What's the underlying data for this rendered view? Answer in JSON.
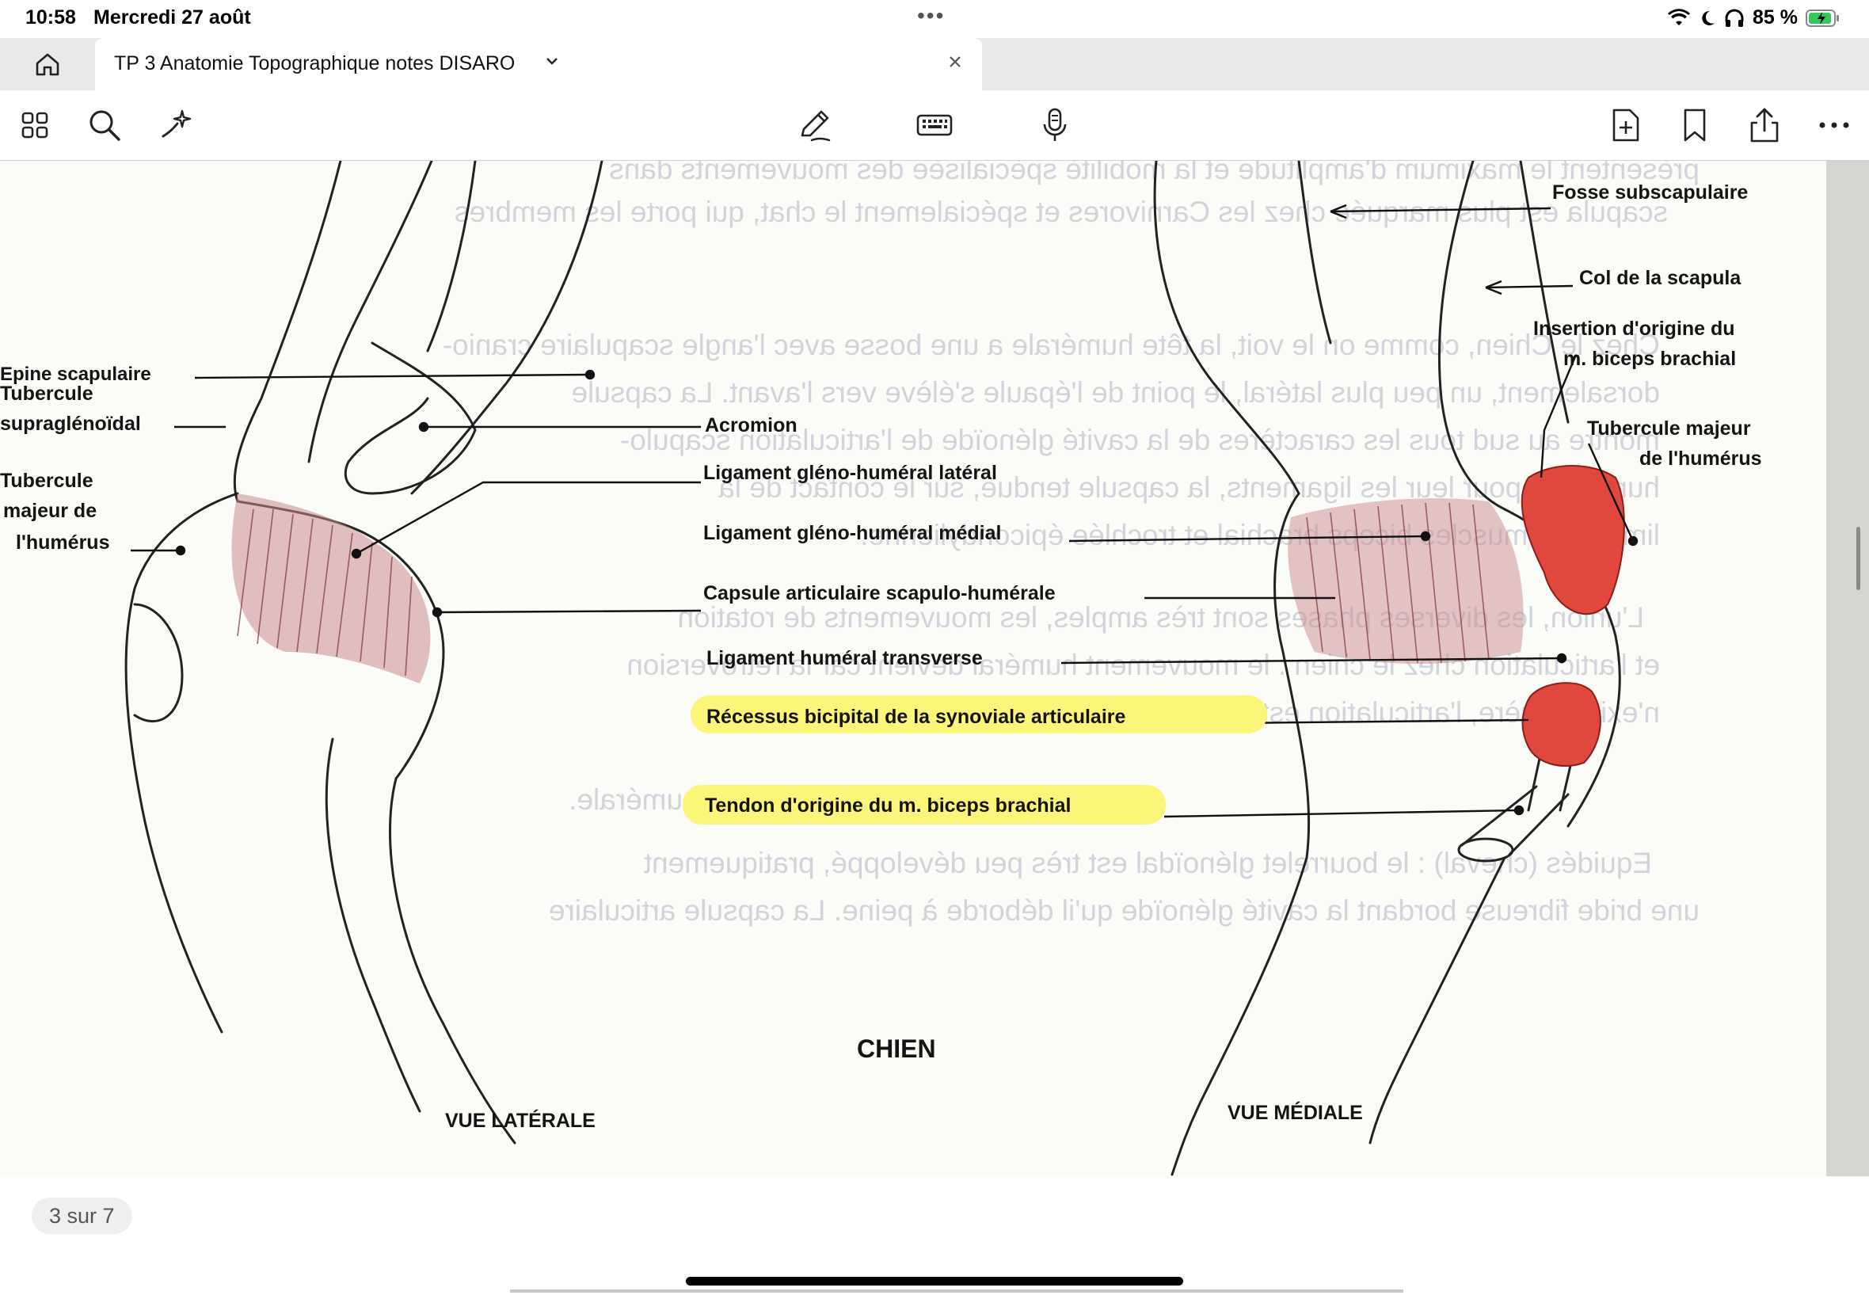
{
  "status": {
    "time": "10:58",
    "date": "Mercredi 27 août",
    "battery": "85 %"
  },
  "tab": {
    "title": "TP 3 Anatomie Topographique notes DISARO"
  },
  "icons": {
    "home": "home-icon",
    "grid": "grid-icon",
    "search": "search-icon",
    "sparkle": "sparkle-icon",
    "pen": "pen-icon",
    "keyboard": "keyboard-icon",
    "mic": "microphone-icon",
    "add_page": "add-page-icon",
    "bookmark": "bookmark-icon",
    "share": "share-icon",
    "more": "more-icon"
  },
  "labels": {
    "epine": "Epine scapulaire",
    "tub_supra_1": "Tubercule",
    "tub_supra_2": "supraglénoïdal",
    "tub_maj_l1": "Tubercule",
    "tub_maj_l2": "majeur de",
    "tub_maj_l3": "l'humérus",
    "acromion": "Acromion",
    "lig_lat": "Ligament gléno-huméral latéral",
    "lig_med": "Ligament gléno-huméral médial",
    "capsule": "Capsule articulaire scapulo-humérale",
    "lig_trans": "Ligament huméral transverse",
    "recessus": "Récessus bicipital de la synoviale articulaire",
    "tendon": "Tendon d'origine du m. biceps brachial",
    "fosse": "Fosse subscapulaire",
    "col": "Col de la scapula",
    "insertion_1": "Insertion d'origine du",
    "insertion_2": "m. biceps brachial",
    "tub_maj_r1": "Tubercule majeur",
    "tub_maj_r2": "de l'humérus",
    "chien": "CHIEN",
    "vue_laterale": "VUE LATÉRALE",
    "vue_mediale": "VUE MÉDIALE"
  },
  "ghost_text": [
    "présentent le maximum d'amplitude et la mobilité spécialisée des mouvements dans",
    "scapula est plus marquée chez les Carnivores et spécialement le chat, qui porte les membres",
    "Chez le Chien, comme on le voit, la tête humérale a une bosse avec l'angle scapulaire cranio-",
    "dorsalement, un peu plus latéral, le point de l'épaule s'élève vers l'avant. La capsule",
    "montre au sud tous les caractères de la cavité glénoïde de l'articulation scapulo-",
    "humérale, pour leur les ligaments, la capsule tendue, sur le contact de la",
    "limite des muscles biceps brachial et trochlée épicondylienne.",
    "L'union, les diverses phases sont très amples, les mouvements de rotation",
    "et l'articulation chez le chien : le mouvement huméral devient car la rétroversion",
    "n'existe guère, l'articulation est peu mobile par contre.",
    "Articulation humérale.",
    "Equidés (cheval) : le bourrelet glénoïdal est très peu développé, pratiquement",
    "une bride fibreuse bordant la cavité glénoïde qu'il déborde à peine. La capsule articulaire"
  ],
  "page_indicator": "3 sur 7"
}
